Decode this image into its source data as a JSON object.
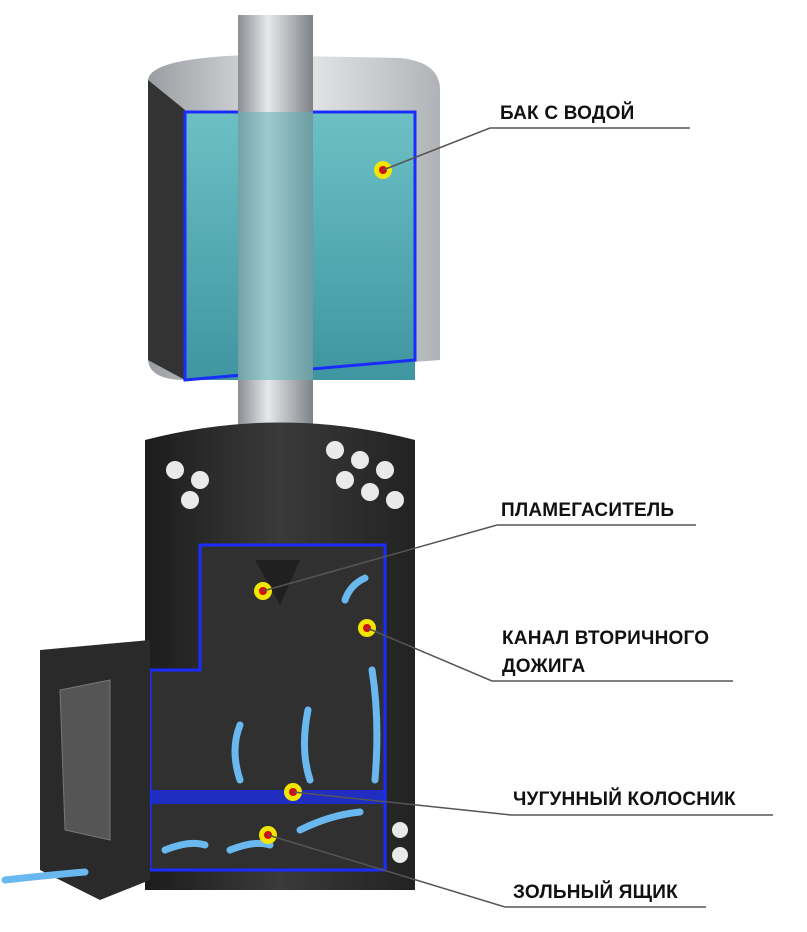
{
  "title": "Печь для бани с баком",
  "labels": {
    "tank": "БАК С ВОДОЙ",
    "flame_arrester": "ПЛАМЕГАСИТЕЛЬ",
    "afterburn_line1": "КАНАЛ ВТОРИЧНОГО",
    "afterburn_line2": "ДОЖИГА",
    "grate": "ЧУГУННЫЙ КОЛОСНИК",
    "ash_box": "ЗОЛЬНЫЙ ЯЩИК"
  },
  "colors": {
    "water": "#4fa8b0",
    "body": "#2b2b2b",
    "outline": "#1a2cff",
    "marker": "#f2e600",
    "marker_core": "#d01010",
    "airflow": "#6ab8f0"
  }
}
